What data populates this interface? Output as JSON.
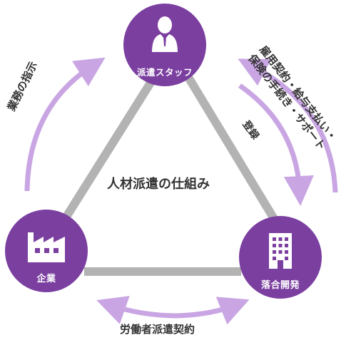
{
  "center_title": "人材派遣の仕組み",
  "nodes": {
    "staff": {
      "label": "派遣スタッフ",
      "icon": "person-icon"
    },
    "corp": {
      "label": "企業",
      "icon": "factory-icon"
    },
    "agency": {
      "label": "落合開発",
      "icon": "building-icon"
    }
  },
  "relations": {
    "instruction": "業務の指示",
    "registration": "登録",
    "contract": "労働者派遣契約",
    "services_line1": "雇用契約・給与支払い・",
    "services_line2": "保険の手続き・サポート"
  },
  "colors": {
    "node": "#7b3fa0",
    "arrow": "#c9a6e3",
    "triangle": "#b3b3b3"
  }
}
